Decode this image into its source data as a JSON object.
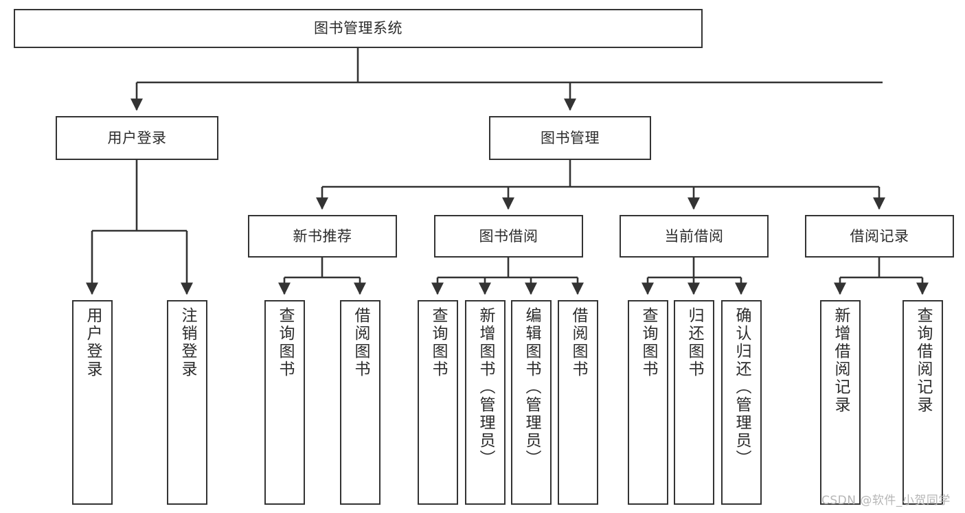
{
  "diagram": {
    "type": "tree-hierarchy",
    "title": "图书管理系统",
    "root": {
      "id": "root",
      "label": "图书管理系统",
      "level": 1
    },
    "level2": [
      {
        "id": "user-login",
        "label": "用户登录",
        "level": 2
      },
      {
        "id": "book-manage",
        "label": "图书管理",
        "level": 2
      }
    ],
    "level3": [
      {
        "id": "new-book-recommend",
        "label": "新书推荐",
        "level": 3,
        "parent": "book-manage"
      },
      {
        "id": "book-borrow",
        "label": "图书借阅",
        "level": 3,
        "parent": "book-manage"
      },
      {
        "id": "current-borrow",
        "label": "当前借阅",
        "level": 3,
        "parent": "book-manage"
      },
      {
        "id": "borrow-record",
        "label": "借阅记录",
        "level": 3,
        "parent": "book-manage"
      }
    ],
    "leaves": [
      {
        "id": "leaf-user-login",
        "label": "用户登录",
        "parent": "user-login"
      },
      {
        "id": "leaf-logout",
        "label": "注销登录",
        "parent": "user-login"
      },
      {
        "id": "leaf-query-book-1",
        "label": "查询图书",
        "parent": "new-book-recommend"
      },
      {
        "id": "leaf-borrow-book-1",
        "label": "借阅图书",
        "parent": "new-book-recommend"
      },
      {
        "id": "leaf-query-book-2",
        "label": "查询图书",
        "parent": "book-borrow"
      },
      {
        "id": "leaf-add-book",
        "label": "新增图书（管理员）",
        "parent": "book-borrow"
      },
      {
        "id": "leaf-edit-book",
        "label": "编辑图书（管理员）",
        "parent": "book-borrow"
      },
      {
        "id": "leaf-borrow-book-2",
        "label": "借阅图书",
        "parent": "book-borrow"
      },
      {
        "id": "leaf-query-book-3",
        "label": "查询图书",
        "parent": "current-borrow"
      },
      {
        "id": "leaf-return-book",
        "label": "归还图书",
        "parent": "current-borrow"
      },
      {
        "id": "leaf-confirm-return",
        "label": "确认归还（管理员）",
        "parent": "current-borrow"
      },
      {
        "id": "leaf-add-record",
        "label": "新增借阅记录",
        "parent": "borrow-record"
      },
      {
        "id": "leaf-query-record",
        "label": "查询借阅记录",
        "parent": "borrow-record"
      }
    ],
    "colors": {
      "stroke": "#333333",
      "fill": "#ffffff",
      "text": "#2b2b2b",
      "watermark": "#b6b6b6"
    }
  },
  "watermark": {
    "text": "CSDN @软件_小贺同学"
  }
}
